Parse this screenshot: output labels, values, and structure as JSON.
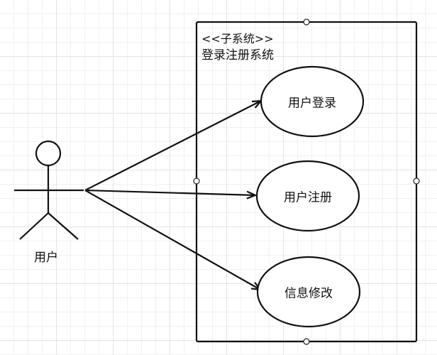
{
  "system": {
    "stereotype": "<<子系统>>",
    "name": "登录注册系统"
  },
  "actor": {
    "name": "用户"
  },
  "use_cases": [
    {
      "label": "用户登录"
    },
    {
      "label": "用户注册"
    },
    {
      "label": "信息修改"
    }
  ]
}
